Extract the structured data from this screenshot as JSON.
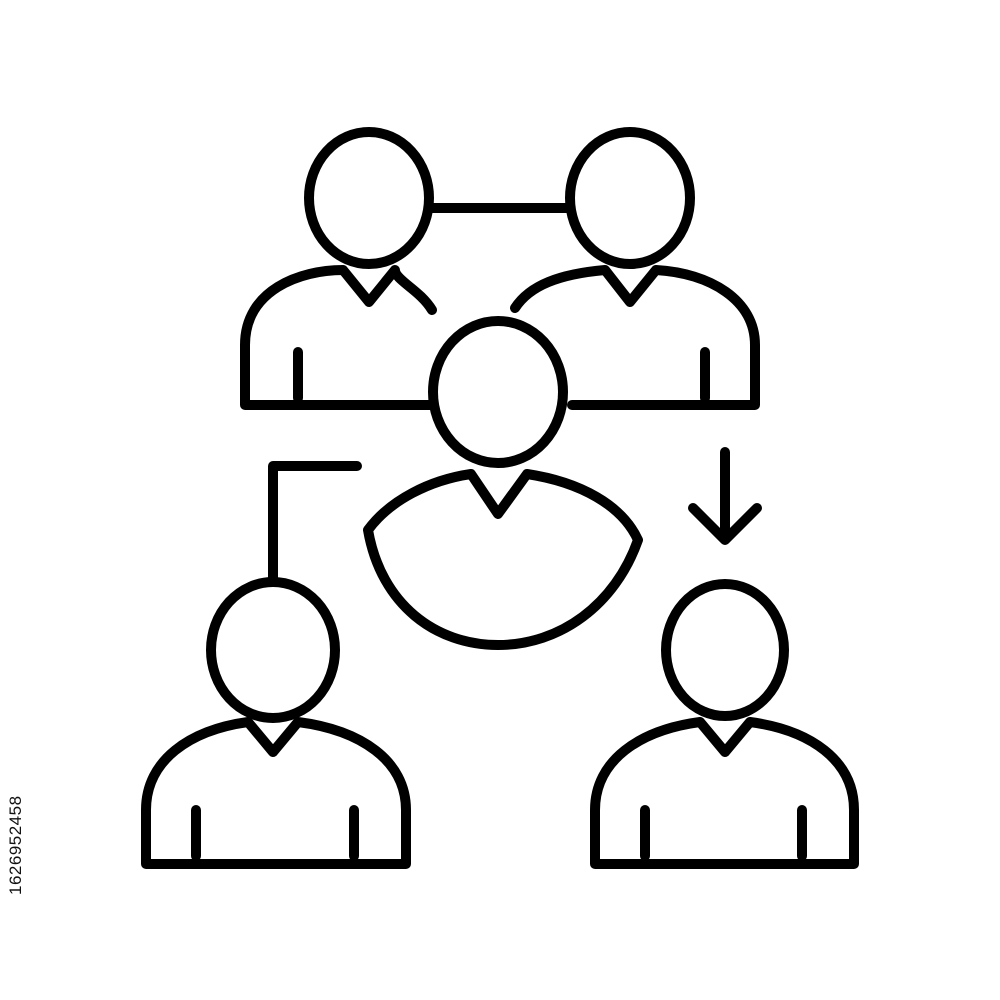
{
  "illustration": {
    "icon": "team-hierarchy-people-icon",
    "stroke_color": "#000000",
    "background_color": "#ffffff",
    "people": [
      {
        "name": "top-left-person"
      },
      {
        "name": "top-right-person"
      },
      {
        "name": "center-person"
      },
      {
        "name": "bottom-left-person"
      },
      {
        "name": "bottom-right-person"
      }
    ],
    "connectors": [
      "top-link-line",
      "left-elbow-line",
      "down-arrow"
    ]
  },
  "watermark": {
    "stock_id": "1626952458"
  }
}
